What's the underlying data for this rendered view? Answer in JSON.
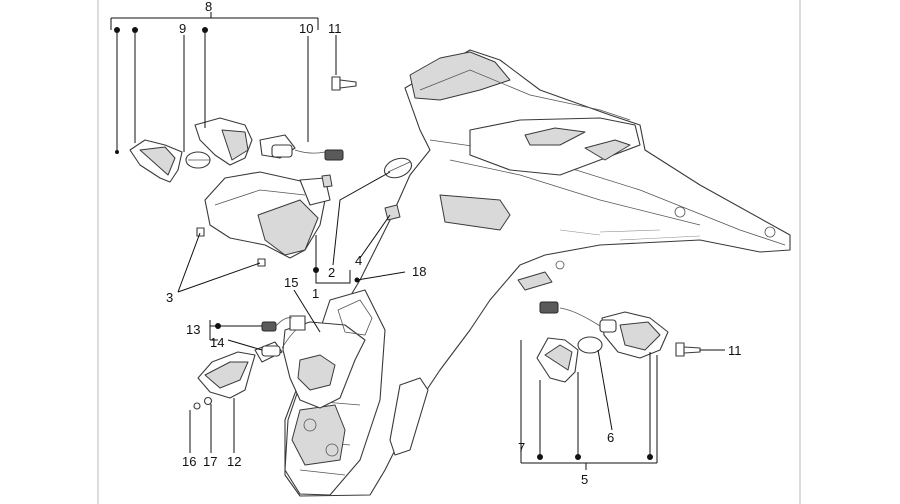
{
  "callouts": {
    "c1": "1",
    "c2": "2",
    "c3": "3",
    "c4": "4",
    "c5": "5",
    "c6": "6",
    "c7": "7",
    "c8": "8",
    "c9": "9",
    "c10": "10",
    "c11_top": "11",
    "c11_right": "11",
    "c12": "12",
    "c13": "13",
    "c14": "14",
    "c15": "15",
    "c16": "16",
    "c17": "17",
    "c18": "18"
  }
}
